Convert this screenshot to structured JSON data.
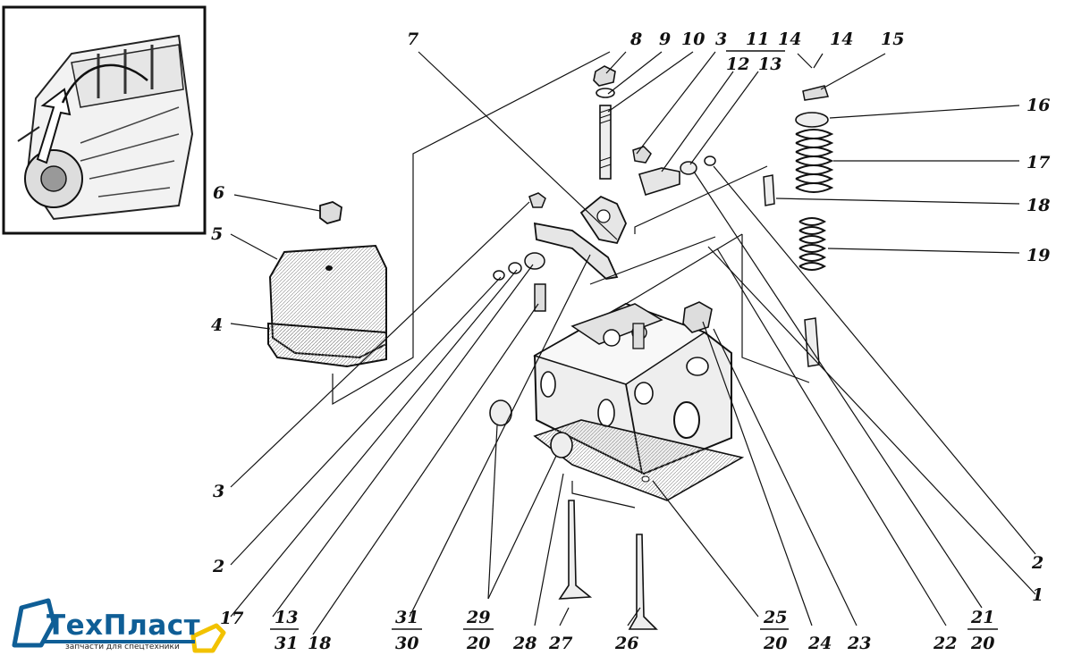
{
  "labels": {
    "l7": "7",
    "l8": "8",
    "l9": "9",
    "l10": "10",
    "l3top": "3",
    "l11": "11",
    "l14a": "14",
    "l14b": "14",
    "l15": "15",
    "l12": "12",
    "l13top": "13",
    "l16": "16",
    "l17right": "17",
    "l18right": "18",
    "l19": "19",
    "l6": "6",
    "l5": "5",
    "l4": "4",
    "l3left": "3",
    "l2left": "2",
    "l17bottom": "17",
    "f13_31_num": "13",
    "f13_31_den": "31",
    "l18bottom": "18",
    "f31_30_num": "31",
    "f31_30_den": "30",
    "f29_20_num": "29",
    "f29_20_den": "20",
    "l28": "28",
    "l27": "27",
    "l26": "26",
    "f25_20_num": "25",
    "f25_20_den": "20",
    "l24": "24",
    "l23": "23",
    "l22": "22",
    "f21_20_num": "21",
    "f21_20_den": "20",
    "l1": "1",
    "l2right": "2"
  },
  "logo": {
    "name": "ТехПласт",
    "tagline": "запчасти для спецтехники",
    "colors": {
      "primary": "#0f5e96",
      "accent": "#f2c200"
    }
  }
}
